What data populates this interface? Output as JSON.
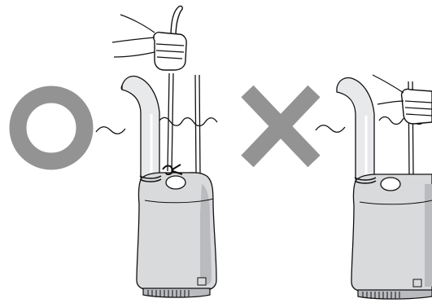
{
  "colors": {
    "background": "#ffffff",
    "symbol_gray": "#939393",
    "pump_fill": "#d9dadc",
    "pump_shade": "#b9bbbe",
    "hose_fill": "#e8e9eb",
    "line": "#111111",
    "glove": "#ffffff"
  },
  "panels": [
    {
      "id": "correct",
      "symbol": "circle-mark-icon",
      "meaning": "correct"
    },
    {
      "id": "incorrect",
      "symbol": "cross-mark-icon",
      "meaning": "incorrect"
    }
  ],
  "icons": [
    "circle-mark-icon",
    "cross-mark-icon",
    "hand-icon",
    "submersible-pump-icon",
    "water-surface-icon"
  ]
}
